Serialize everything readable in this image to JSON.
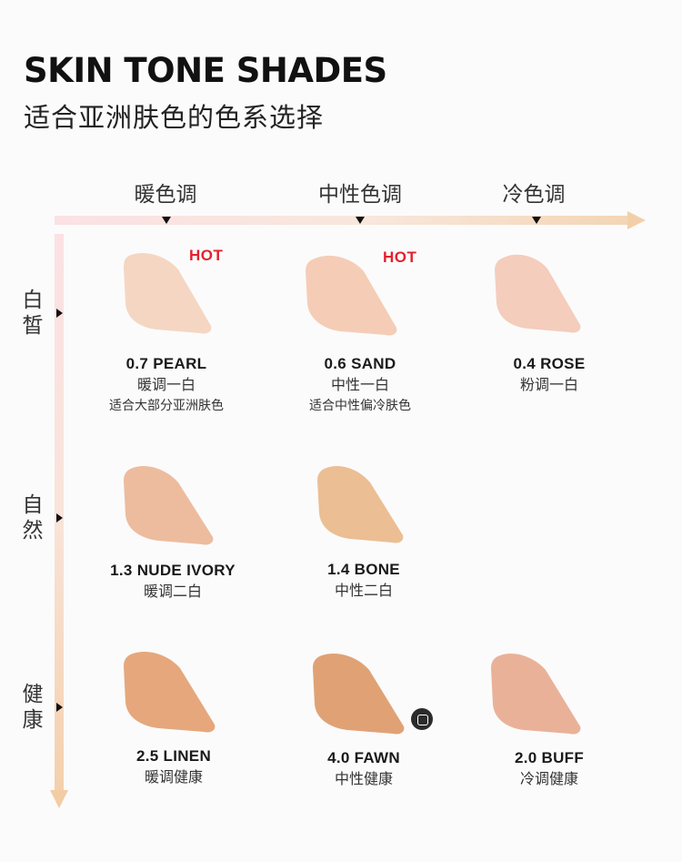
{
  "header": {
    "title": "SKIN TONE SHADES",
    "subtitle": "适合亚洲肤色的色系选择"
  },
  "axes": {
    "columns": [
      "暖色调",
      "中性色调",
      "冷色调"
    ],
    "rows": [
      "白皙",
      "自然",
      "健康"
    ]
  },
  "badges": {
    "hot": "HOT"
  },
  "shades": [
    {
      "name": "0.7 PEARL",
      "desc": "暖调一白",
      "note": "适合大部分亚洲肤色",
      "color": "#f5d6c3",
      "hot": true
    },
    {
      "name": "0.6 SAND",
      "desc": "中性一白",
      "note": "适合中性偏冷肤色",
      "color": "#f5cdb7",
      "hot": true
    },
    {
      "name": "0.4 ROSE",
      "desc": "粉调一白",
      "color": "#f4cdbc"
    },
    {
      "name": "1.3 NUDE IVORY",
      "desc": "暖调二白",
      "color": "#edbc9e"
    },
    {
      "name": "1.4 BONE",
      "desc": "中性二白",
      "color": "#ebbe93"
    },
    {
      "name": "2.5 LINEN",
      "desc": "暖调健康",
      "color": "#e6a77c"
    },
    {
      "name": "4.0 FAWN",
      "desc": "中性健康",
      "color": "#e0a275"
    },
    {
      "name": "2.0 BUFF",
      "desc": "冷调健康",
      "color": "#eab199"
    }
  ]
}
